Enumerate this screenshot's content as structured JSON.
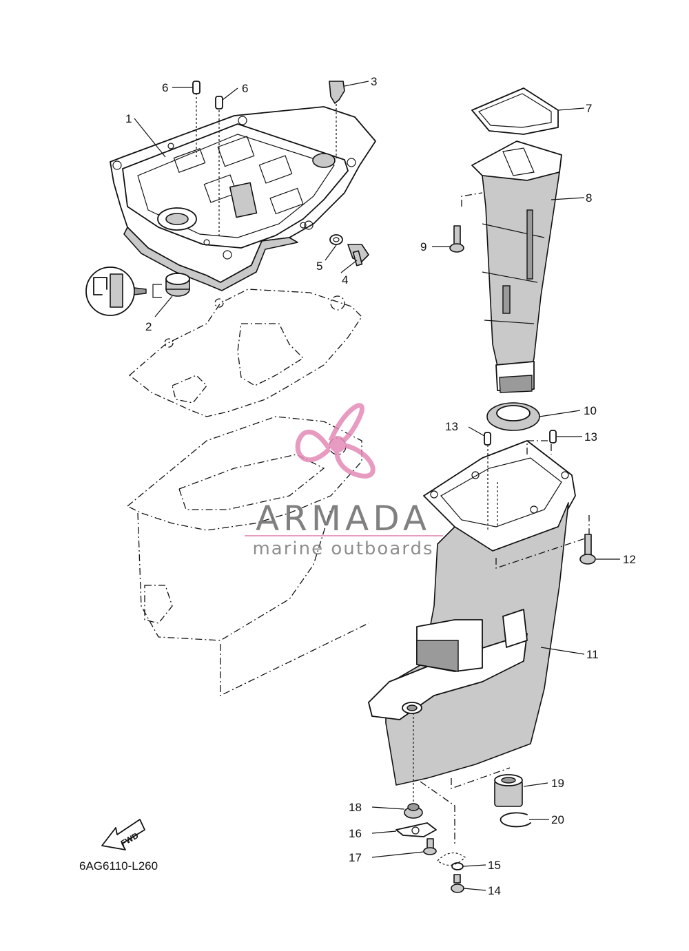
{
  "diagram": {
    "code": "6AG6110-L260",
    "fwd_label": "FWD",
    "parts": [
      {
        "id": "p1",
        "label": "1"
      },
      {
        "id": "p2",
        "label": "2"
      },
      {
        "id": "p3",
        "label": "3"
      },
      {
        "id": "p4",
        "label": "4"
      },
      {
        "id": "p5",
        "label": "5"
      },
      {
        "id": "p6a",
        "label": "6"
      },
      {
        "id": "p6b",
        "label": "6"
      },
      {
        "id": "p7",
        "label": "7"
      },
      {
        "id": "p8",
        "label": "8"
      },
      {
        "id": "p9",
        "label": "9"
      },
      {
        "id": "p10",
        "label": "10"
      },
      {
        "id": "p11",
        "label": "11"
      },
      {
        "id": "p12",
        "label": "12"
      },
      {
        "id": "p13a",
        "label": "13"
      },
      {
        "id": "p13b",
        "label": "13"
      },
      {
        "id": "p14",
        "label": "14"
      },
      {
        "id": "p15",
        "label": "15"
      },
      {
        "id": "p16",
        "label": "16"
      },
      {
        "id": "p17",
        "label": "17"
      },
      {
        "id": "p18",
        "label": "18"
      },
      {
        "id": "p19",
        "label": "19"
      },
      {
        "id": "p20",
        "label": "20"
      }
    ]
  },
  "watermark": {
    "title": "ARMADA",
    "subtitle": "marine outboards",
    "title_color": "#6b6b6b",
    "accent_color": "#e58ab6"
  }
}
